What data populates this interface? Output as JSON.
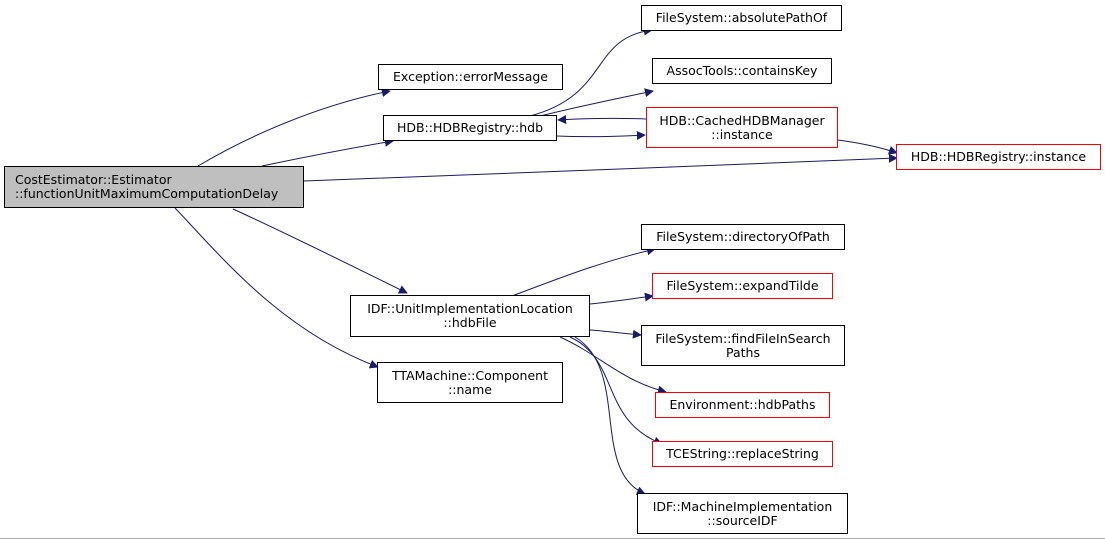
{
  "colors": {
    "edge": "#191970",
    "normal_border": "#000000",
    "truncated_border": "#ff0000",
    "root_fill": "#bfbfbf"
  },
  "nodes": {
    "root": {
      "line1": "CostEstimator::Estimator",
      "line2": "::functionUnitMaximumComputationDelay"
    },
    "exception": {
      "line1": "Exception::errorMessage"
    },
    "hdb": {
      "line1": "HDB::HDBRegistry::hdb"
    },
    "abs": {
      "line1": "FileSystem::absolutePathOf"
    },
    "assoc": {
      "line1": "AssocTools::containsKey"
    },
    "cached": {
      "line1": "HDB::CachedHDBManager",
      "line2": "::instance"
    },
    "reginst": {
      "line1": "HDB::HDBRegistry::instance"
    },
    "idfhdb": {
      "line1": "IDF::UnitImplementationLocation",
      "line2": "::hdbFile"
    },
    "compname": {
      "line1": "TTAMachine::Component",
      "line2": "::name"
    },
    "dirof": {
      "line1": "FileSystem::directoryOfPath"
    },
    "expand": {
      "line1": "FileSystem::expandTilde"
    },
    "findfile": {
      "line1": "FileSystem::findFileInSearch",
      "line2": "Paths"
    },
    "envhdb": {
      "line1": "Environment::hdbPaths"
    },
    "replace": {
      "line1": "TCEString::replaceString"
    },
    "sourceidf": {
      "line1": "IDF::MachineImplementation",
      "line2": "::sourceIDF"
    }
  }
}
